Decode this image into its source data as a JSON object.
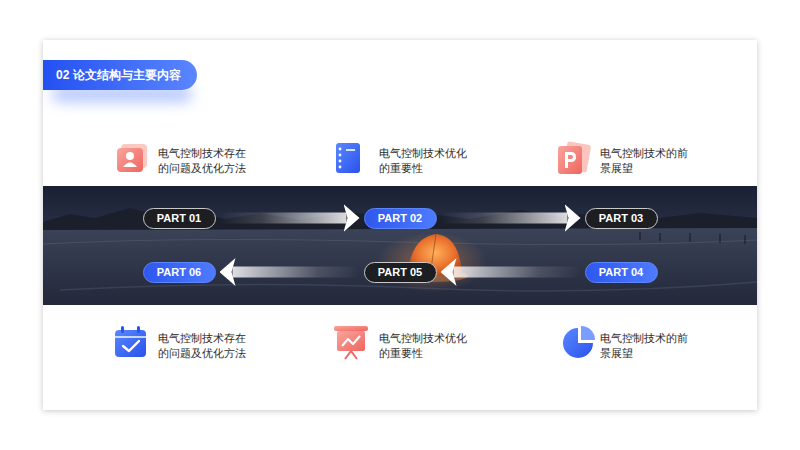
{
  "diagram": {
    "title": "02 论文结构与主要内容",
    "nodes": [
      {
        "text": [
          "PART 01"
        ]
      },
      {
        "text": [
          "PART 02"
        ]
      },
      {
        "text": [
          "PART 03"
        ]
      },
      {
        "text": [
          "PART 06"
        ]
      },
      {
        "text": [
          "PART 05"
        ]
      },
      {
        "text": [
          "PART 04"
        ]
      }
    ],
    "edges": [
      {
        "from": 0,
        "to": 1,
        "arrow": "to"
      },
      {
        "from": 1,
        "to": 2,
        "arrow": "to"
      },
      {
        "from": 5,
        "to": 4,
        "arrow": "to"
      },
      {
        "from": 4,
        "to": 3,
        "arrow": "to"
      }
    ],
    "labels": [
      "电气控制技术存在的问题及优化方法",
      "电气控制技术优化的重要性",
      "电气控制技术的前景展望",
      "电气控制技术存在的问题及优化方法",
      "电气控制技术优化的重要性",
      "电气控制技术的前景展望"
    ]
  }
}
